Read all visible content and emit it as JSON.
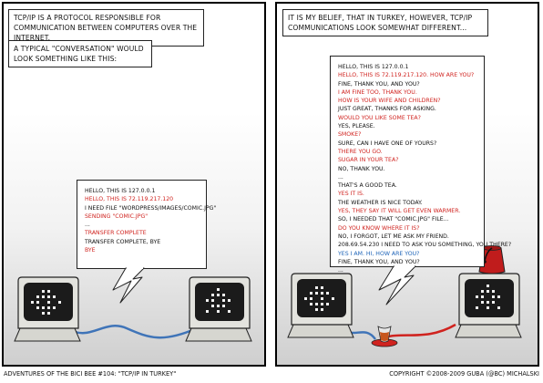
{
  "left_panel": {
    "caption_1": "TCP/IP is a protocol responsible for communication between computers over the Internet.",
    "caption_2": "A typical \"conversation\" would look something like this:",
    "dialogue": [
      {
        "text": "Hello, this is 127.0.0.1",
        "color": "#111111"
      },
      {
        "text": "Hello, this is 72.119.217.120",
        "color": "#d0231f"
      },
      {
        "text": "I need file \"wordpress/images/comic.jpg\"",
        "color": "#111111"
      },
      {
        "text": "Sending \"comic.jpg\"",
        "color": "#d0231f"
      },
      {
        "text": "...",
        "color": "#111111"
      },
      {
        "text": "Transfer complete",
        "color": "#d0231f"
      },
      {
        "text": "Transfer complete, bye",
        "color": "#111111"
      },
      {
        "text": "Bye",
        "color": "#d0231f"
      }
    ]
  },
  "right_panel": {
    "caption": "It is my belief, that in Turkey, however, TCP/IP communications look somewhat different...",
    "dialogue": [
      {
        "text": "Hello, this is 127.0.0.1",
        "color": "#111111"
      },
      {
        "text": "Hello, this is 72.119.217.120. How are you?",
        "color": "#d0231f"
      },
      {
        "text": "Fine, thank you, and you?",
        "color": "#111111"
      },
      {
        "text": "I am fine too, thank you.",
        "color": "#d0231f"
      },
      {
        "text": "How is your wife and children?",
        "color": "#d0231f"
      },
      {
        "text": "Just great, thanks for asking.",
        "color": "#111111"
      },
      {
        "text": "Would you like some tea?",
        "color": "#d0231f"
      },
      {
        "text": "Yes, please.",
        "color": "#111111"
      },
      {
        "text": "Smoke?",
        "color": "#d0231f"
      },
      {
        "text": "Sure, can I have one of yours?",
        "color": "#111111"
      },
      {
        "text": "There you go.",
        "color": "#d0231f"
      },
      {
        "text": "Sugar in your tea?",
        "color": "#d0231f"
      },
      {
        "text": "No, thank you.",
        "color": "#111111"
      },
      {
        "text": "...",
        "color": "#111111"
      },
      {
        "text": "That's a good tea.",
        "color": "#111111"
      },
      {
        "text": "Yes it is.",
        "color": "#d0231f"
      },
      {
        "text": "The weather is nice today.",
        "color": "#111111"
      },
      {
        "text": "Yes, they say it will get even warmer.",
        "color": "#d0231f"
      },
      {
        "text": "So, I needed that \"comic.jpg\" file...",
        "color": "#111111"
      },
      {
        "text": "Do you know where it is?",
        "color": "#d0231f"
      },
      {
        "text": "No, I forgot, let me ask my friend.",
        "color": "#111111"
      },
      {
        "text": "208.69.54.230 I need to ask you something, you there?",
        "color": "#111111"
      },
      {
        "text": "Yes I am. Hi, how are you?",
        "color": "#1e64b8"
      },
      {
        "text": "Fine, thank you, and you?",
        "color": "#111111"
      },
      {
        "text": "...",
        "color": "#111111"
      }
    ]
  },
  "footer": {
    "left": "Adventures of the Bici Bee #104: \"TCP/IP in Turkey\"",
    "right": "Copyright ©2008-2009 Guba (@BC) Michalski"
  },
  "colors": {
    "cable": "#3f74b8",
    "cable_right": "#d0231f",
    "monitor_body": "#e3e3de",
    "screen": "#1b1b1b",
    "fez": "#c01c1c"
  },
  "icons": [
    "computer-icon",
    "fez-hat-icon",
    "tea-glass-icon"
  ]
}
